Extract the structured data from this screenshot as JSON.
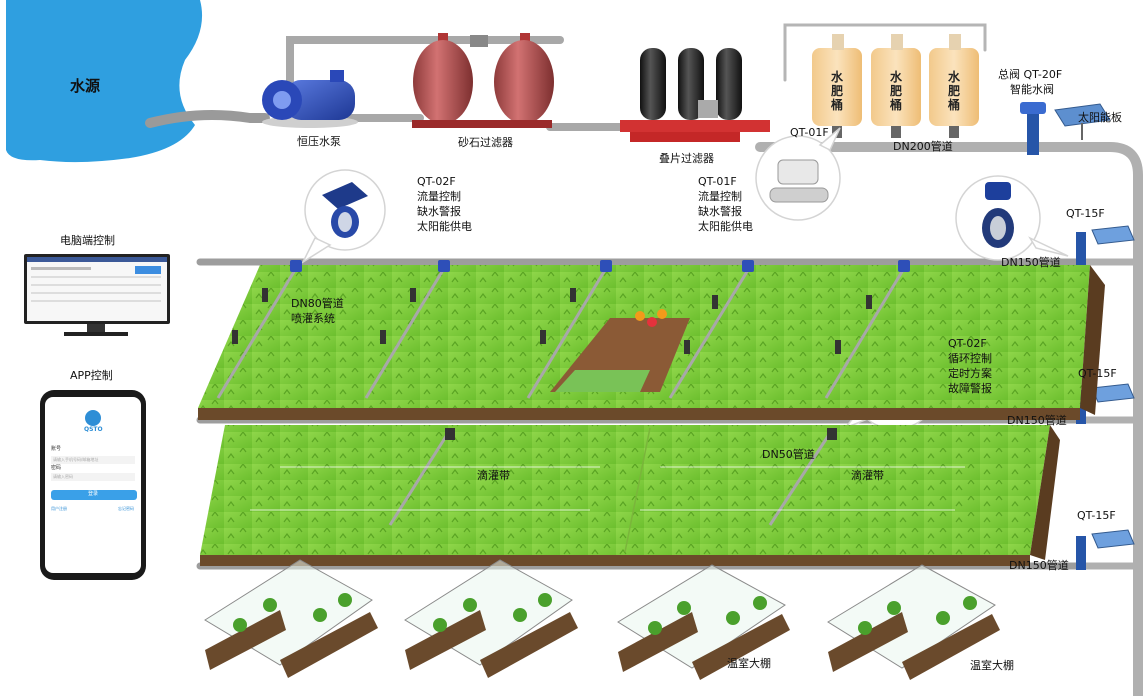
{
  "water_source": "水源",
  "pump": "恒压水泵",
  "sand_filter": "砂石过滤器",
  "disc_filter": "叠片过滤器",
  "tank_label": "水肥桶",
  "main_valve": {
    "line1": "总阀 QT-20F",
    "line2": "智能水阀"
  },
  "solar_panel": "太阳能板",
  "qt01f_top": "QT-01F",
  "dn200": "DN200管道",
  "qt02f_top": {
    "model": "QT-02F",
    "lines": [
      "流量控制",
      "缺水警报",
      "太阳能供电"
    ]
  },
  "qt01f_mid": {
    "model": "QT-01F",
    "lines": [
      "流量控制",
      "缺水警报",
      "太阳能供电"
    ]
  },
  "qt15f": "QT-15F",
  "dn150": "DN150管道",
  "pc_control": "电脑端控制",
  "dn80": {
    "line1": "DN80管道",
    "line2": "喷灌系统"
  },
  "qt02f_right": {
    "model": "QT-02F",
    "lines": [
      "循环控制",
      "定时方案",
      "故障警报"
    ]
  },
  "app_control": "APP控制",
  "drip_tape": "滴灌带",
  "dn50": "DN50管道",
  "greenhouse": "温室大棚",
  "app_screen": {
    "brand": "QSTO",
    "account_label": "账号",
    "account_placeholder": "请输入手机号码/邮箱地址",
    "password_label": "密码",
    "password_placeholder": "请输入密码",
    "login_button": "登录",
    "register": "用户注册",
    "forgot": "忘记密码"
  }
}
